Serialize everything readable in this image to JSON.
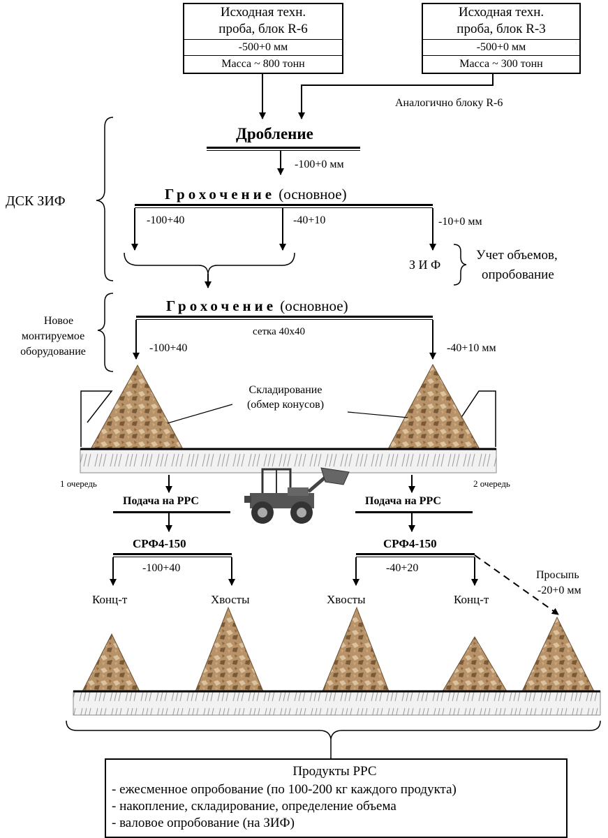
{
  "sources": {
    "r6": {
      "line1": "Исходная техн.",
      "line2": "проба, блок R-6",
      "size": "-500+0 мм",
      "mass": "Масса ~ 800 тонн"
    },
    "r3": {
      "line1": "Исходная техн.",
      "line2": "проба, блок R-3",
      "size": "-500+0 мм",
      "mass": "Масса ~ 300 тонн"
    },
    "r3_note": "Аналогично блоку R-6"
  },
  "crushing": {
    "title": "Дробление",
    "output": "-100+0 мм"
  },
  "screening1": {
    "title": "Грохочение",
    "subtitle": "(основное)",
    "fractions": [
      "-100+40",
      "-40+10",
      "-10+0 мм"
    ],
    "zif": "З И Ф",
    "accounting": [
      "Учет объемов,",
      "опробование"
    ]
  },
  "dsk_label": "ДСК ЗИФ",
  "new_equipment": [
    "Новое",
    "монтируемое",
    "оборудование"
  ],
  "screening2": {
    "title": "Грохочение",
    "subtitle": "(основное)",
    "mesh": "сетка 40х40",
    "left": "-100+40",
    "right": "-40+10 мм"
  },
  "storage": {
    "line1": "Складирование",
    "line2": "(обмер конусов)"
  },
  "queues": {
    "first": "1 очередь",
    "second": "2 очередь"
  },
  "feed": {
    "left": "Подача на РРС",
    "right": "Подача на РРС"
  },
  "srf": {
    "left": "СРФ4-150",
    "right": "СРФ4-150"
  },
  "srf_fractions": {
    "left": "-100+40",
    "right": "-40+20"
  },
  "outputs": {
    "left_conc": "Конц-т",
    "left_tails": "Хвосты",
    "right_tails": "Хвосты",
    "right_conc": "Конц-т"
  },
  "siftings": {
    "line1": "Просыпь",
    "line2": "-20+0 мм"
  },
  "products": {
    "title": "Продукты РРС",
    "items": [
      "- ежесменное опробование (по 100-200 кг каждого продукта)",
      "- накопление, складирование, определение объема",
      "- валовое опробование (на ЗИФ)"
    ]
  },
  "colors": {
    "ore": "#b89268",
    "ore_dark": "#7a5a36",
    "ore_light": "#dbc3a0",
    "loader": "#555555"
  }
}
